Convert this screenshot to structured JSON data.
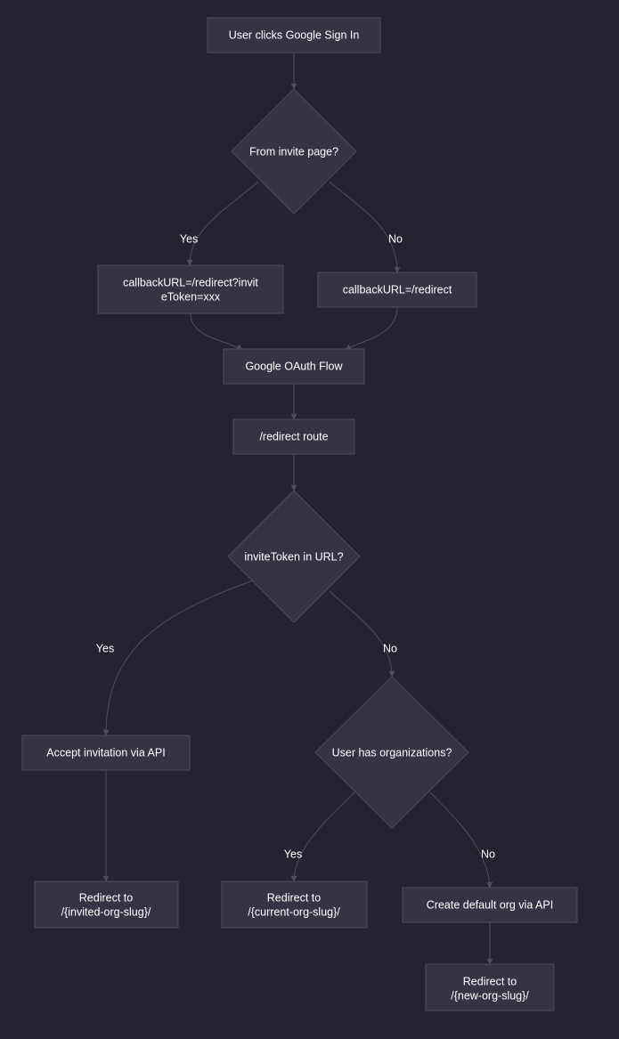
{
  "diagram": {
    "nodes": {
      "start": [
        "User clicks Google Sign In"
      ],
      "from_invite": [
        "From invite page?"
      ],
      "callback_invite": [
        "callbackURL=/redirect?invit",
        "eToken=xxx"
      ],
      "callback_plain": [
        "callbackURL=/redirect"
      ],
      "oauth": [
        "Google OAuth Flow"
      ],
      "redirect_route": [
        "/redirect route"
      ],
      "token_check": [
        "inviteToken in URL?"
      ],
      "accept_invite": [
        "Accept invitation via API"
      ],
      "has_orgs": [
        "User has organizations?"
      ],
      "redirect_invited": [
        "Redirect to",
        "/{invited-org-slug}/"
      ],
      "redirect_current": [
        "Redirect to",
        "/{current-org-slug}/"
      ],
      "create_org": [
        "Create default org via API"
      ],
      "redirect_new": [
        "Redirect to",
        "/{new-org-slug}/"
      ]
    },
    "edge_labels": {
      "invite_yes": "Yes",
      "invite_no": "No",
      "token_yes": "Yes",
      "token_no": "No",
      "orgs_yes": "Yes",
      "orgs_no": "No"
    }
  }
}
